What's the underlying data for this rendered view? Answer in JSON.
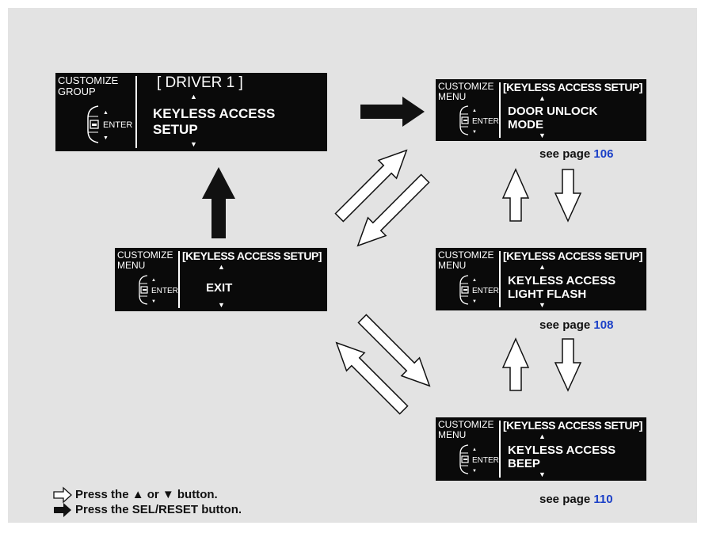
{
  "screens": {
    "top_left": {
      "label_line1": "CUSTOMIZE",
      "label_line2": "GROUP",
      "header": "[ DRIVER 1 ]",
      "item_line1": "KEYLESS ACCESS",
      "item_line2": "SETUP",
      "enter": "ENTER",
      "up_icon": "triangle-up",
      "down_icon": "triangle-down"
    },
    "door_unlock": {
      "label_line1": "CUSTOMIZE",
      "label_line2": "MENU",
      "header": "[KEYLESS ACCESS SETUP]",
      "item_line1": "DOOR UNLOCK",
      "item_line2": "MODE",
      "enter": "ENTER"
    },
    "exit": {
      "label_line1": "CUSTOMIZE",
      "label_line2": "MENU",
      "header": "[KEYLESS ACCESS SETUP]",
      "item_line1": "EXIT",
      "enter": "ENTER"
    },
    "light_flash": {
      "label_line1": "CUSTOMIZE",
      "label_line2": "MENU",
      "header": "[KEYLESS ACCESS SETUP]",
      "item_line1": "KEYLESS ACCESS",
      "item_line2": "LIGHT FLASH",
      "enter": "ENTER"
    },
    "beep": {
      "label_line1": "CUSTOMIZE",
      "label_line2": "MENU",
      "header": "[KEYLESS ACCESS SETUP]",
      "item_line1": "KEYLESS ACCESS",
      "item_line2": "BEEP",
      "enter": "ENTER"
    }
  },
  "see_pages": [
    {
      "prefix": "see page",
      "number": "106"
    },
    {
      "prefix": "see page",
      "number": "108"
    },
    {
      "prefix": "see page",
      "number": "110"
    }
  ],
  "legend": {
    "outline_arrow_text": "Press the ▲ or ▼ button.",
    "solid_arrow_text": "Press the SEL/RESET button."
  },
  "colors": {
    "panel_bg": "#e3e3e3",
    "screen_bg": "#0a0a0a",
    "page_number": "#1a3fc7"
  }
}
